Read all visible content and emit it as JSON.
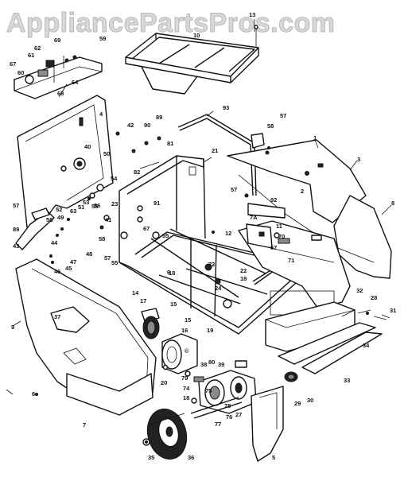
{
  "watermark": "AppliancePartsPros.com",
  "callouts": [
    {
      "id": "c13",
      "text": "13"
    },
    {
      "id": "c10",
      "text": "10"
    },
    {
      "id": "c69",
      "text": "69"
    },
    {
      "id": "c59",
      "text": "59"
    },
    {
      "id": "c62",
      "text": "62"
    },
    {
      "id": "c61",
      "text": "61"
    },
    {
      "id": "c67a",
      "text": "67"
    },
    {
      "id": "c60",
      "text": "60"
    },
    {
      "id": "c64a",
      "text": "64"
    },
    {
      "id": "c68",
      "text": "68"
    },
    {
      "id": "c4",
      "text": "4"
    },
    {
      "id": "c93",
      "text": "93"
    },
    {
      "id": "c58a",
      "text": "58"
    },
    {
      "id": "c57a",
      "text": "57"
    },
    {
      "id": "c1",
      "text": "1"
    },
    {
      "id": "c89a",
      "text": "89"
    },
    {
      "id": "c90",
      "text": "90"
    },
    {
      "id": "c42",
      "text": "42"
    },
    {
      "id": "c81",
      "text": "81"
    },
    {
      "id": "c3",
      "text": "3"
    },
    {
      "id": "c40",
      "text": "40"
    },
    {
      "id": "c50",
      "text": "50"
    },
    {
      "id": "c21",
      "text": "21"
    },
    {
      "id": "c82",
      "text": "82"
    },
    {
      "id": "c54",
      "text": "54"
    },
    {
      "id": "c2",
      "text": "2"
    },
    {
      "id": "c23",
      "text": "23"
    },
    {
      "id": "c91",
      "text": "91"
    },
    {
      "id": "c57b",
      "text": "57"
    },
    {
      "id": "c92",
      "text": "92"
    },
    {
      "id": "c8",
      "text": "8"
    },
    {
      "id": "c57c",
      "text": "57"
    },
    {
      "id": "c53",
      "text": "53"
    },
    {
      "id": "c56",
      "text": "56"
    },
    {
      "id": "c52",
      "text": "52"
    },
    {
      "id": "c51",
      "text": "51"
    },
    {
      "id": "c55a",
      "text": "55"
    },
    {
      "id": "c63",
      "text": "63"
    },
    {
      "id": "c58b",
      "text": "58"
    },
    {
      "id": "c49",
      "text": "49"
    },
    {
      "id": "c41",
      "text": "41"
    },
    {
      "id": "c7A",
      "text": "7A"
    },
    {
      "id": "c11",
      "text": "11"
    },
    {
      "id": "c89b",
      "text": "89"
    },
    {
      "id": "c43",
      "text": "43"
    },
    {
      "id": "c44",
      "text": "44"
    },
    {
      "id": "c48",
      "text": "48"
    },
    {
      "id": "c58c",
      "text": "58"
    },
    {
      "id": "c67b",
      "text": "67"
    },
    {
      "id": "c55b",
      "text": "55"
    },
    {
      "id": "c12",
      "text": "12"
    },
    {
      "id": "c70",
      "text": "70"
    },
    {
      "id": "c67c",
      "text": "67"
    },
    {
      "id": "c47",
      "text": "47"
    },
    {
      "id": "c45",
      "text": "45"
    },
    {
      "id": "c46",
      "text": "46"
    },
    {
      "id": "c57d",
      "text": "57"
    },
    {
      "id": "c55c",
      "text": "55"
    },
    {
      "id": "c71",
      "text": "71"
    },
    {
      "id": "c72",
      "text": "72"
    },
    {
      "id": "c22",
      "text": "22"
    },
    {
      "id": "c6",
      "text": "6"
    },
    {
      "id": "c18a",
      "text": "18"
    },
    {
      "id": "c18b",
      "text": "18"
    },
    {
      "id": "c24",
      "text": "24"
    },
    {
      "id": "c14",
      "text": "14"
    },
    {
      "id": "c17",
      "text": "17"
    },
    {
      "id": "c15a",
      "text": "15"
    },
    {
      "id": "c32",
      "text": "32"
    },
    {
      "id": "c28",
      "text": "28"
    },
    {
      "id": "c31",
      "text": "31"
    },
    {
      "id": "c9",
      "text": "9"
    },
    {
      "id": "c37",
      "text": "37"
    },
    {
      "id": "c15b",
      "text": "15"
    },
    {
      "id": "c16",
      "text": "16"
    },
    {
      "id": "c19",
      "text": "19"
    },
    {
      "id": "c34",
      "text": "34"
    },
    {
      "id": "c20",
      "text": "20"
    },
    {
      "id": "c38",
      "text": "38"
    },
    {
      "id": "c39",
      "text": "39"
    },
    {
      "id": "c79",
      "text": "79"
    },
    {
      "id": "c80",
      "text": "80"
    },
    {
      "id": "c74",
      "text": "74"
    },
    {
      "id": "c33",
      "text": "33"
    },
    {
      "id": "c6b",
      "text": "6"
    },
    {
      "id": "c29",
      "text": "29"
    },
    {
      "id": "c30",
      "text": "30"
    },
    {
      "id": "c75",
      "text": "75"
    },
    {
      "id": "c18c",
      "text": "18"
    },
    {
      "id": "c78",
      "text": "78"
    },
    {
      "id": "c27",
      "text": "27"
    },
    {
      "id": "c77",
      "text": "77"
    },
    {
      "id": "c76",
      "text": "76"
    },
    {
      "id": "c7",
      "text": "7"
    },
    {
      "id": "c35",
      "text": "35"
    },
    {
      "id": "c36",
      "text": "36"
    },
    {
      "id": "c5",
      "text": "5"
    }
  ]
}
